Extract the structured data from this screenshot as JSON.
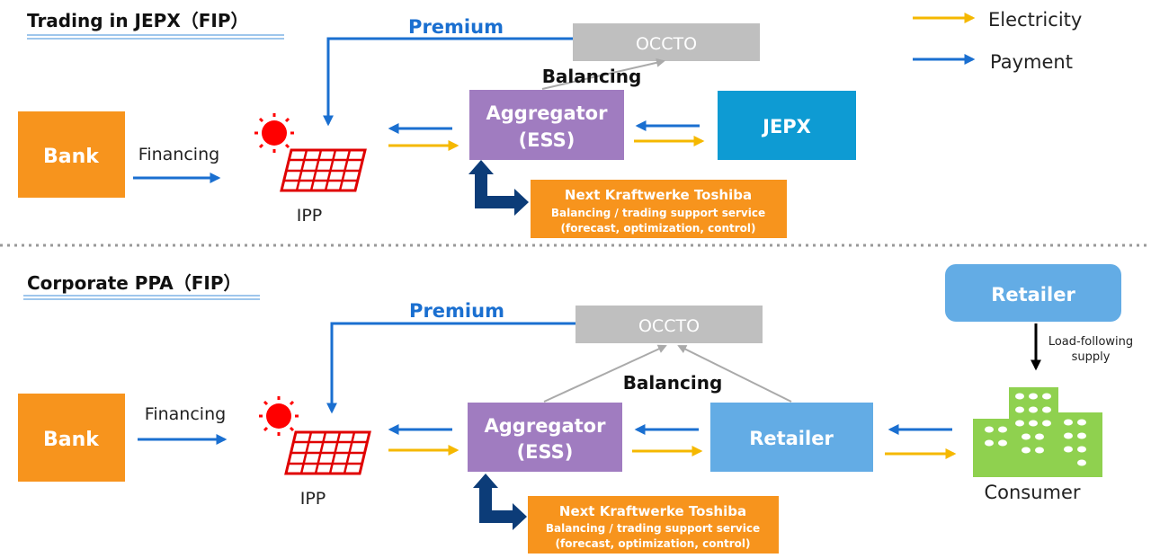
{
  "legend": {
    "electricity": "Electricity",
    "payment": "Payment",
    "electricity_color": "#f5b800",
    "payment_color": "#1a6fd0"
  },
  "colors": {
    "bank": "#f7941d",
    "aggregator": "#a07cc0",
    "jepx": "#0e9bd3",
    "retailer": "#63ace5",
    "nkt": "#f7941d",
    "occto": "#bfbfbf",
    "consumer": "#8fd14f",
    "sun": "#ff0000",
    "dark_arrow": "#0c3c78"
  },
  "section1": {
    "title": "Trading in JEPX（FIP）",
    "premium": "Premium",
    "occto": "OCCTO",
    "balancing": "Balancing",
    "bank": "Bank",
    "financing": "Financing",
    "ipp": "IPP",
    "aggregator_line1": "Aggregator",
    "aggregator_line2": "(ESS)",
    "jepx": "JEPX",
    "nkt_title": "Next Kraftwerke Toshiba",
    "nkt_line2": "Balancing / trading support service",
    "nkt_line3": "(forecast, optimization, control)"
  },
  "section2": {
    "title": "Corporate PPA（FIP）",
    "premium": "Premium",
    "occto": "OCCTO",
    "balancing": "Balancing",
    "bank": "Bank",
    "financing": "Financing",
    "ipp": "IPP",
    "aggregator_line1": "Aggregator",
    "aggregator_line2": "(ESS)",
    "retailer_mid": "Retailer",
    "retailer_top": "Retailer",
    "load_following_line1": "Load-following",
    "load_following_line2": "supply",
    "consumer": "Consumer",
    "nkt_title": "Next Kraftwerke Toshiba",
    "nkt_line2": "Balancing / trading support service",
    "nkt_line3": "(forecast, optimization, control)"
  }
}
